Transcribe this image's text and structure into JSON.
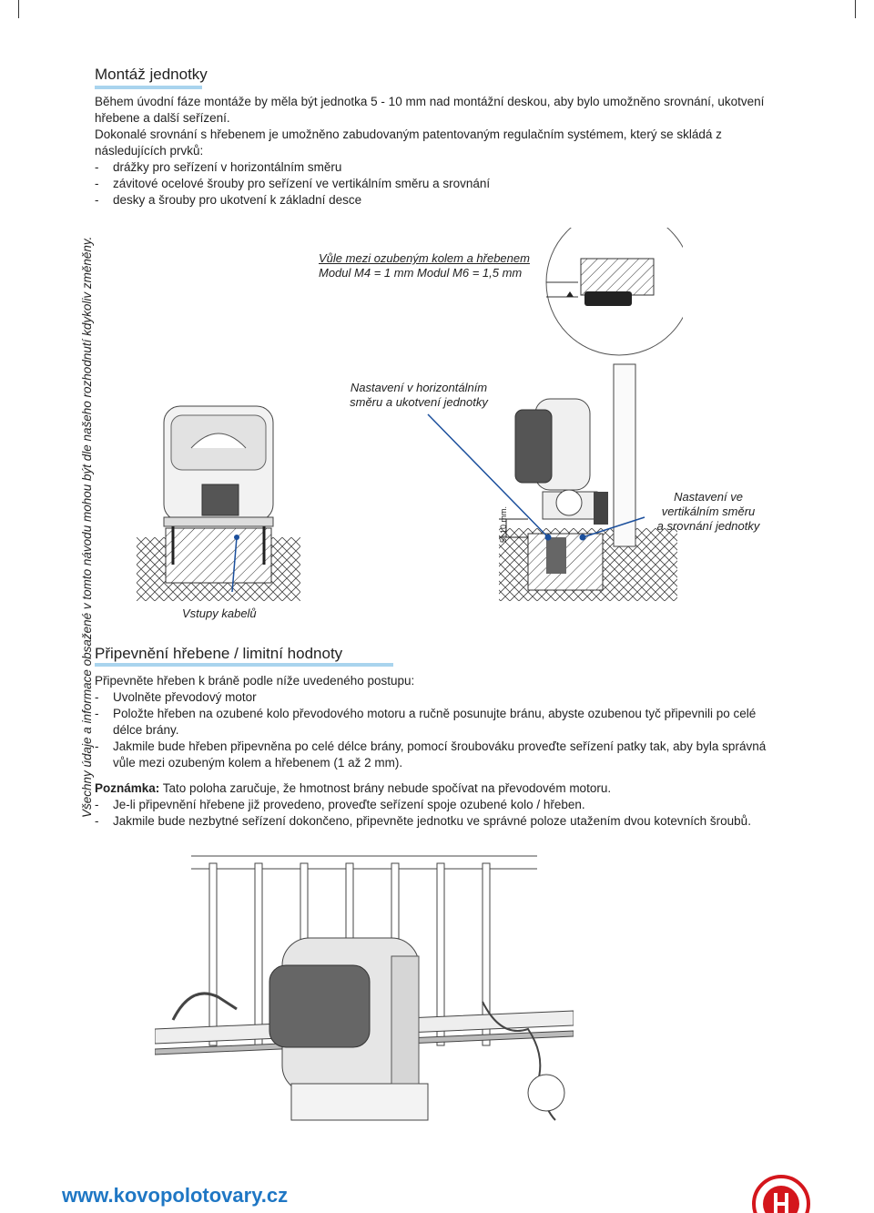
{
  "section1": {
    "title": "Montáž jednotky",
    "para1": "Během úvodní fáze montáže by měla být jednotka 5 - 10 mm nad montážní deskou, aby bylo umožněno srovnání, ukotvení hřebene a další seřízení.",
    "para2": "Dokonalé srovnání s hřebenem je umožněno zabudovaným patentovaným regulačním systémem, který se skládá z následujících prvků:",
    "items": [
      "drážky pro seřízení v horizontálním směru",
      "závitové ocelové šrouby pro seřízení ve vertikálním směru a srovnání",
      "desky a šrouby pro ukotvení k základní desce"
    ]
  },
  "side_note": "Všechny údaje a informace obsažené v tomto návodu mohou být dle našeho rozhodnutí kdykoliv změněny.",
  "figure1": {
    "caption_cables": "Vstupy kabelů",
    "caption_gap_line1": "Vůle mezi ozubeným kolem a hřebenem",
    "caption_gap_line2": "Modul M4 = 1 mm Modul M6 = 1,5 mm",
    "caption_horizontal_line1": "Nastavení v horizontálním",
    "caption_horizontal_line2": "směru a ukotvení jednotky",
    "caption_vertical_line1": "Nastavení ve",
    "caption_vertical_line2": "vertikálním směru",
    "caption_vertical_line3": "a srovnání jednotky",
    "dimension_label": "5÷10 mm."
  },
  "section2": {
    "title": "Připevnění hřebene / limitní hodnoty",
    "intro": "Připevněte hřeben k bráně podle níže uvedeného postupu:",
    "items": [
      "Uvolněte převodový motor",
      "Položte hřeben na ozubené kolo převodového motoru a ručně posunujte bránu, abyste ozubenou tyč připevnili po celé délce brány.",
      "Jakmile bude hřeben připevněna po celé délce brány, pomocí šroubováku proveďte seřízení patky tak, aby byla správná vůle mezi ozubeným kolem a hřebenem (1 až 2 mm)."
    ],
    "note_label": "Poznámka:",
    "note_text": " Tato poloha zaručuje, že hmotnost brány nebude spočívat na převodovém motoru.",
    "note_items": [
      "Je-li připevnění hřebene již provedeno, proveďte seřízení spoje ozubené kolo / hřeben.",
      "Jakmile bude nezbytné seřízení dokončeno, připevněte jednotku ve správné poloze utažením dvou kotevních šroubů."
    ]
  },
  "footer": {
    "url": "www.kovopolotovary.cz"
  },
  "colors": {
    "accent_underline": "#a9d4ee",
    "url_blue": "#1f77c4",
    "leader_blue": "#1b4f9c",
    "logo_red": "#d4161c"
  }
}
